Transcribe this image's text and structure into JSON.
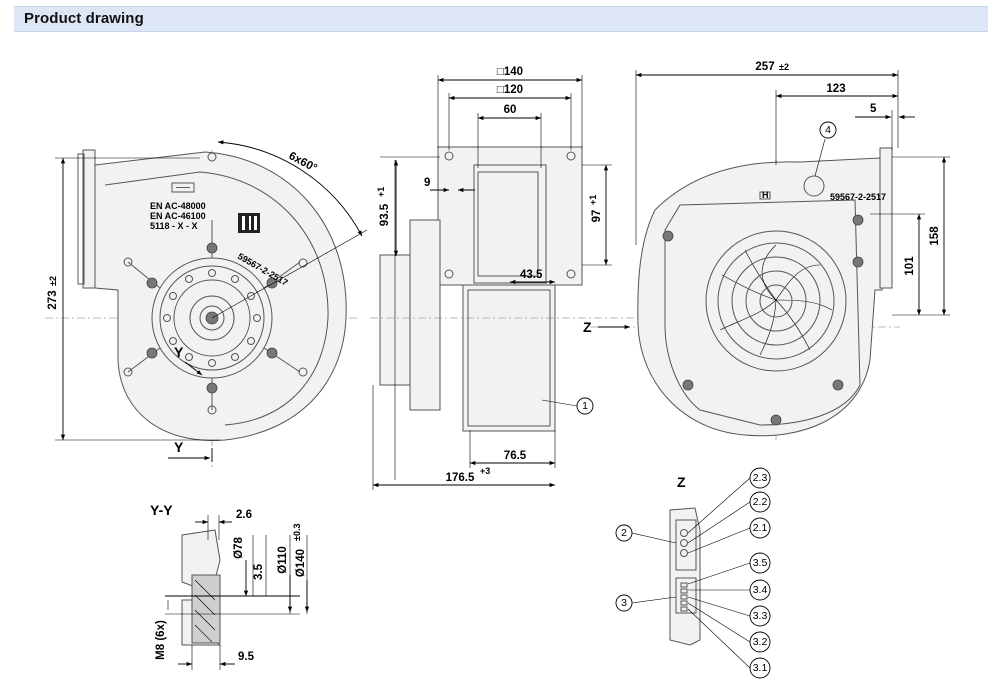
{
  "header": {
    "title": "Product drawing"
  },
  "front_view": {
    "angle_dim": "6x60°",
    "height_dim": "273",
    "height_tol": "±2",
    "label_lines": [
      "EN AC-48000",
      "EN AC-46100",
      "5118 - X - X"
    ],
    "marking": "59567-2-2517",
    "section_mark": "Y"
  },
  "side_view": {
    "dims": {
      "sq140": "□140",
      "sq120": "□120",
      "d60": "60",
      "d9": "9",
      "d93_5": "93.5",
      "d93_5_tol": "+1",
      "d97": "97",
      "d97_tol": "+1",
      "d43_5": "43.5",
      "d76_5": "76.5",
      "d176_5": "176.5",
      "d176_5_tol": "+3"
    },
    "callout": "1"
  },
  "rear_view": {
    "dims": {
      "d257": "257",
      "d257_tol": "±2",
      "d123": "123",
      "d5": "5",
      "d158": "158",
      "d101": "101"
    },
    "callout": "4",
    "view_mark": "Z",
    "marking": "59567-2-2517",
    "small_marking": "H"
  },
  "section_yy": {
    "title": "Y-Y",
    "dims": {
      "d2_6": "2.6",
      "d78": "Ø78",
      "d3_5": "3.5",
      "d110": "Ø110",
      "d140": "Ø140",
      "d140_tol": "±0.3",
      "m8": "M8 (6x)",
      "d9_5": "9.5"
    }
  },
  "detail_z": {
    "title": "Z",
    "callouts_left": [
      "2",
      "3"
    ],
    "callouts_right": [
      "2.3",
      "2.2",
      "2.1",
      "3.5",
      "3.4",
      "3.3",
      "3.2",
      "3.1"
    ]
  }
}
